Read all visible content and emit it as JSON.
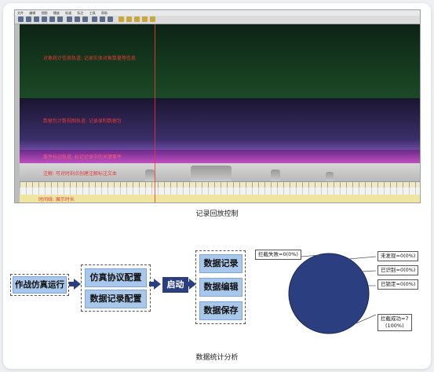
{
  "menu": [
    "文件",
    "编辑",
    "视图",
    "播放",
    "轨道",
    "标注",
    "工具",
    "帮助"
  ],
  "tracks": {
    "object_stats": "对象统计信息轨道: 记录实体对象数量等信息",
    "packet_stats": "数据包计数视图轨道: 记录录制数据包",
    "event_marks": "事件标记轨道: 标记记录中的关键事件",
    "annotation": "注解: 可对时刻点创建注解标注文本",
    "timeline": "时间线: 展示时长"
  },
  "captions": {
    "top": "记录回放控制",
    "bottom": "数据统计分析"
  },
  "flow": {
    "run": "作战仿真运行",
    "config": [
      "仿真协议配置",
      "数据记录配置"
    ],
    "start": "启动",
    "actions": [
      "数据记录",
      "数据编辑",
      "数据保存"
    ]
  },
  "chart_data": {
    "type": "pie",
    "slices": [
      {
        "label": "拦截失败=0(0%)",
        "value": 0
      },
      {
        "label": "未发现=0(0%)",
        "value": 0
      },
      {
        "label": "已识别=0(0%)",
        "value": 0
      },
      {
        "label": "已锁定=0(0%)",
        "value": 0
      },
      {
        "label": "拦截成功=7 (100%)",
        "value": 7
      }
    ],
    "labels": {
      "fail": "拦截失败=0(0%)",
      "undetected": "未发现=0(0%)",
      "identified": "已识别=0(0%)",
      "locked": "已锁定=0(0%)",
      "success_line1": "拦截成功=7",
      "success_line2": "(100%)"
    },
    "colors": {
      "fill": "#2b3f80",
      "stroke": "#1a2550"
    }
  }
}
